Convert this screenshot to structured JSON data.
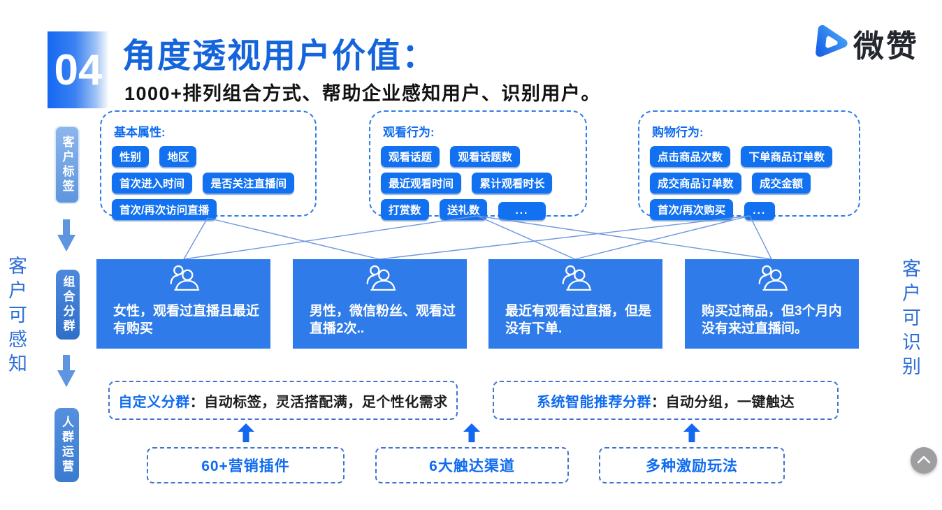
{
  "header": {
    "number": "04",
    "title": "角度透视用户价值：",
    "subtitle": "1000+排列组合方式、帮助企业感知用户、识别用户。"
  },
  "logo": {
    "text": "微赞"
  },
  "side_labels": {
    "left": "客户可感知",
    "right": "客户可识别"
  },
  "rail": {
    "step1": "客户标签",
    "step2": "组合分群",
    "step3": "人群运营"
  },
  "tag_groups": [
    {
      "title": "基本属性:",
      "rows": [
        [
          "性别",
          "地区"
        ],
        [
          "首次进入时间",
          "是否关注直播间"
        ],
        [
          "首次/再次访问直播"
        ]
      ]
    },
    {
      "title": "观看行为:",
      "rows": [
        [
          "观看话题",
          "观看话题数"
        ],
        [
          "最近观看时间",
          "累计观看时长"
        ],
        [
          "打赏数",
          "送礼数",
          "..."
        ]
      ]
    },
    {
      "title": "购物行为:",
      "rows": [
        [
          "点击商品次数",
          "下单商品订单数"
        ],
        [
          "成交商品订单数",
          "成交金额"
        ],
        [
          "首次/再次购买",
          "..."
        ]
      ]
    }
  ],
  "segments": [
    "女性，观看过直播且最近有购买",
    "男性，微信粉丝、观看过直播2次..",
    "最近有观看过直播，但是没有下单.",
    "购买过商品，但3个月内没有来过直播间。"
  ],
  "methods": [
    {
      "label": "自定义分群",
      "desc": "：自动标签，灵活搭配满，足个性化需求"
    },
    {
      "label": "系统智能推荐分群",
      "desc": "：自动分组，一键触达"
    }
  ],
  "capabilities": [
    "60+营销插件",
    "6大触达渠道",
    "多种激励玩法"
  ],
  "colors": {
    "primary": "#1171F1",
    "title_blue": "#1464DB",
    "segment_box": "#2E7BE9",
    "dashed_border": "#2E7CE8",
    "method_border": "#4173CF",
    "side_text": "#2E70D7",
    "connector_line": "#6F97DE",
    "scroll_button": "#9E9EA0"
  }
}
